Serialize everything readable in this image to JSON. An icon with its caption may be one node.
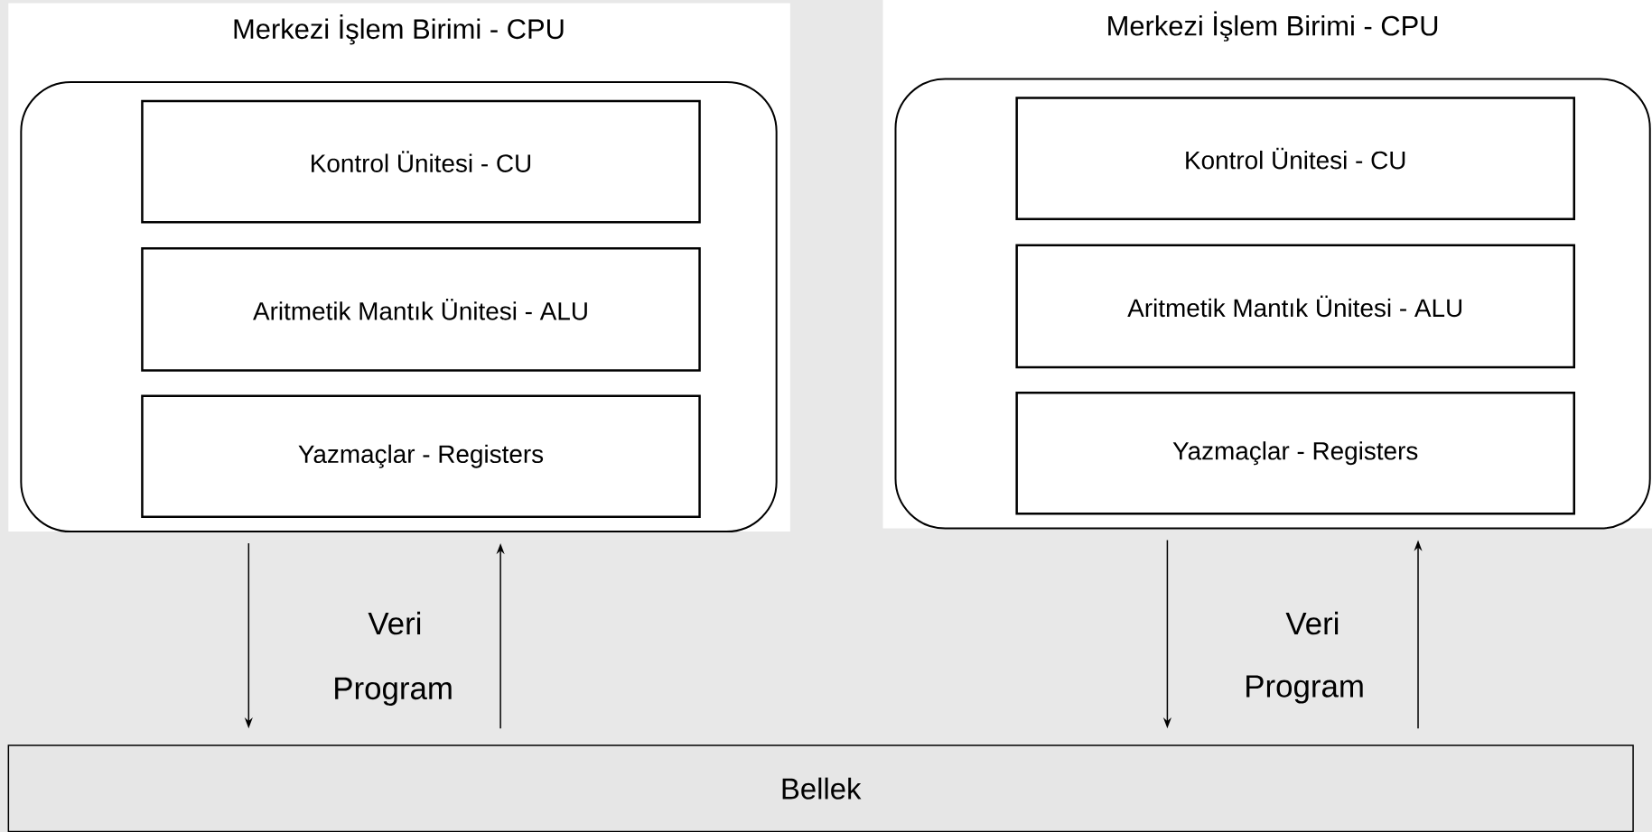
{
  "diagram": {
    "nodes": [
      {
        "text": [
          "Merkezi İşlem Birimi - CPU"
        ]
      },
      {
        "text": [
          "Kontrol Ünitesi - CU"
        ],
        "in": 0
      },
      {
        "text": [
          "Aritmetik Mantık Ünitesi - ALU"
        ],
        "in": 0
      },
      {
        "text": [
          "Yazmaçlar - Registers"
        ],
        "in": 0
      },
      {
        "text": [
          "Merkezi İşlem Birimi - CPU"
        ]
      },
      {
        "text": [
          "Kontrol Ünitesi - CU"
        ],
        "in": 4
      },
      {
        "text": [
          "Aritmetik Mantık Ünitesi - ALU"
        ],
        "in": 4
      },
      {
        "text": [
          "Yazmaçlar - Registers"
        ],
        "in": 4
      },
      {
        "text": [
          "Bellek"
        ]
      }
    ],
    "edges": [
      {
        "from": 0,
        "to": 8,
        "arrow": "to"
      },
      {
        "from": 8,
        "to": 0,
        "arrow": "to"
      },
      {
        "from": 4,
        "to": 8,
        "arrow": "to"
      },
      {
        "from": 8,
        "to": 4,
        "arrow": "to"
      }
    ],
    "labels": [
      "Veri",
      "Program",
      "Veri",
      "Program"
    ]
  }
}
